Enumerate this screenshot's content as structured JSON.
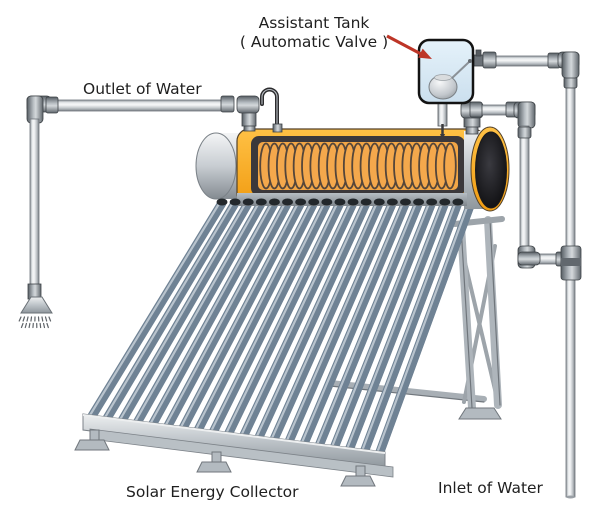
{
  "diagram": {
    "title": "Solar water heater with assistant tank diagram",
    "labels": {
      "assistant_tank": {
        "line1": "Assistant Tank",
        "line2": "( Automatic Valve )"
      },
      "outlet": "Outlet of Water",
      "collector": "Solar Energy Collector",
      "inlet": "Inlet of Water"
    },
    "counts": {
      "vacuum_tubes": 20,
      "coil_loops": 23,
      "spray_rows": 2
    },
    "colors": {
      "tank_shell": "#F6A41D",
      "tank_shell_light": "#FFC145",
      "tank_interior": "#F2A646",
      "coil_fill": "#F4A84C",
      "coil_outline": "#55463A",
      "cutaway_frame": "#3B383B",
      "tube_body": "#6F8294",
      "tube_highlight": "#B9C4CE",
      "tube_edge": "#53616C",
      "socket": "#23282C",
      "pipe_edge": "#6E747A",
      "assistant_tank_fill": "#D9EAF6",
      "arrow": "#BD3527",
      "spray": "#5E6368",
      "text": "#1F1F1F"
    }
  }
}
